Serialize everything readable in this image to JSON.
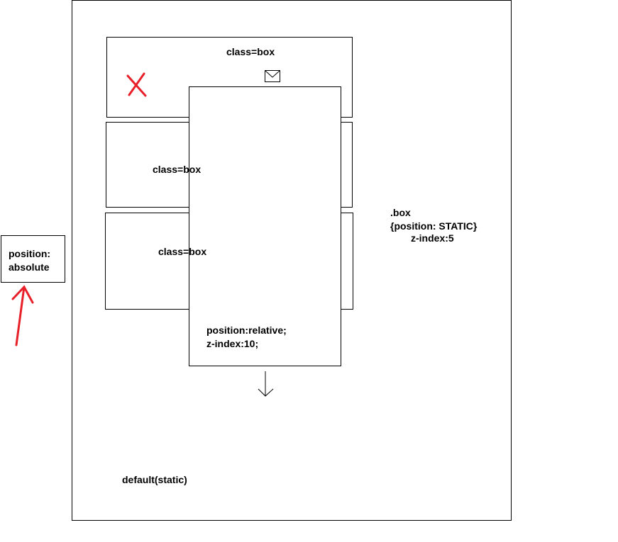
{
  "diagram": {
    "container_label": "default(static)",
    "box_labels": [
      "class=box",
      "class=box",
      "class=box"
    ],
    "relative_box": {
      "line1": "position:relative;",
      "line2": "z-index:10;"
    },
    "css_note": {
      "line1": ".box",
      "line2": "{position: STATIC}",
      "line3": "z-index:5"
    },
    "absolute_note": {
      "line1": "position:",
      "line2": "absolute"
    }
  },
  "icons": {
    "cross": "red-x-mark-icon",
    "envelope": "envelope-icon",
    "arrow_down": "down-arrow-icon",
    "arrow_up": "red-up-arrow-icon"
  },
  "colors": {
    "stroke": "#000000",
    "accent": "#e8202a"
  }
}
